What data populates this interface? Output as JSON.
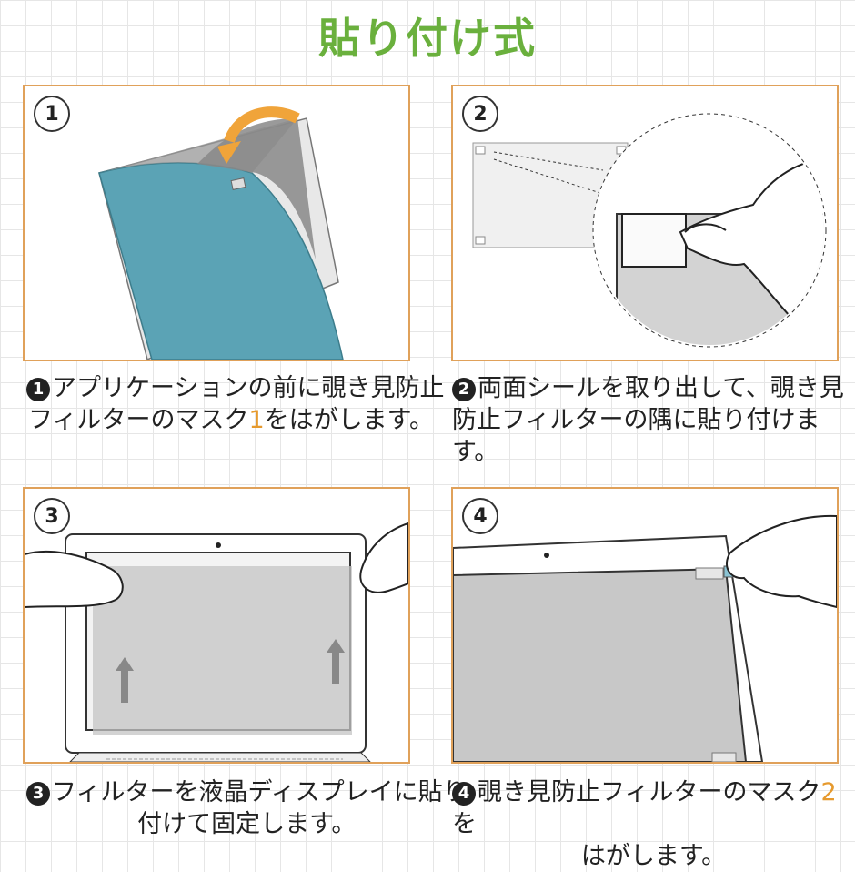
{
  "title": "貼り付け式",
  "colors": {
    "title_green": "#6ab03d",
    "panel_border": "#e0a15a",
    "highlight_orange": "#e69a2e",
    "filter_teal": "#5ba3b5"
  },
  "steps": [
    {
      "number": "1",
      "bullet": "1",
      "line1": "アプリケーションの前に覗き見防止",
      "line2_pre": "フィルターのマスク",
      "line2_hl": "1",
      "line2_post": "をはがします。"
    },
    {
      "number": "2",
      "bullet": "2",
      "line1": "両面シールを取り出して、覗き見",
      "line2": "防止フィルターの隅に貼り付けます。"
    },
    {
      "number": "3",
      "bullet": "3",
      "line1": "フィルターを液晶ディスプレイに貼り",
      "line2": "付けて固定します。"
    },
    {
      "number": "4",
      "bullet": "4",
      "line1_pre": "覗き見防止フィルターのマスク",
      "line1_hl": "2",
      "line1_post": "を",
      "line2": "はがします。"
    }
  ]
}
